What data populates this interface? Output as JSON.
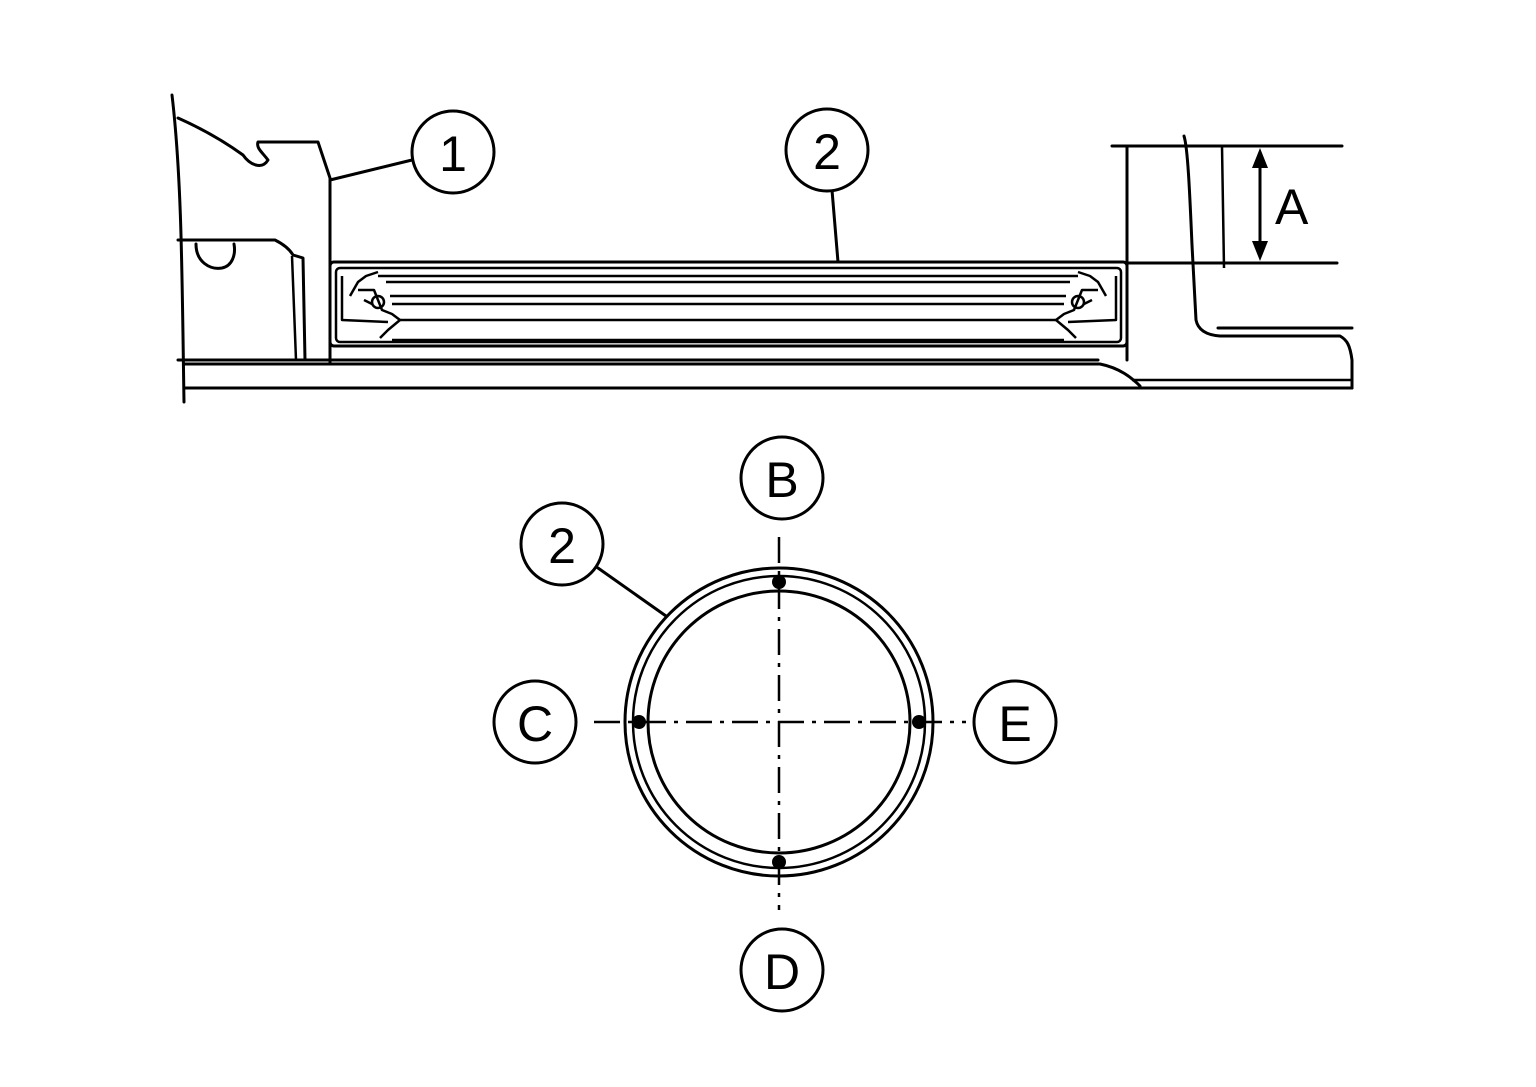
{
  "callouts": {
    "part_1": "1",
    "part_2_section": "2",
    "part_2_top": "2",
    "point_b": "B",
    "point_c": "C",
    "point_d": "D",
    "point_e": "E"
  },
  "dimension": {
    "depth_label": "A"
  }
}
